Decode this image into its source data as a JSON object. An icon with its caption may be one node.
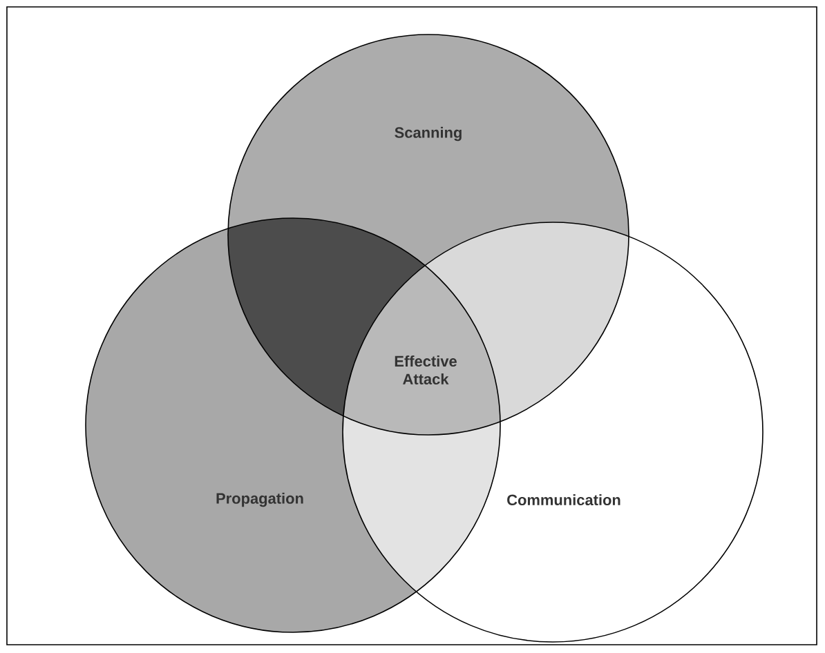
{
  "diagram": {
    "nodes": [
      {
        "text": [
          "Scanning"
        ]
      },
      {
        "text": [
          "Propagation"
        ]
      },
      {
        "text": [
          "Communication"
        ]
      },
      {
        "text": [
          "Effective Attack"
        ]
      }
    ]
  }
}
